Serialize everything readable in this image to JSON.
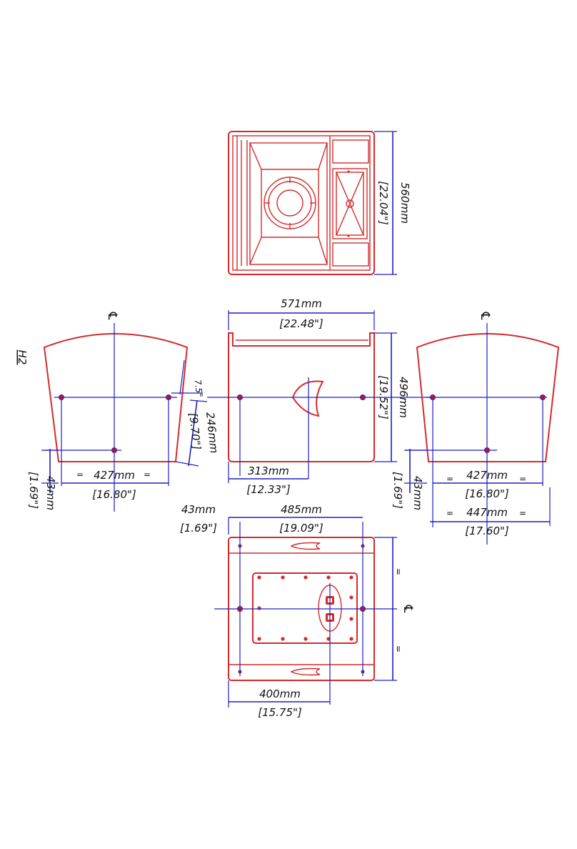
{
  "drawing": {
    "model_label": "H2",
    "centerline_symbol": "℄",
    "equal_mark": "=",
    "top_view": {
      "depth_mm": "560mm",
      "depth_in": "[22.04\"]"
    },
    "front_view": {
      "width_mm": "571mm",
      "width_in": "[22.48\"]",
      "height_mm": "496mm",
      "height_in": "[19.52\"]",
      "offset_mm": "313mm",
      "offset_in": "[12.33\"]"
    },
    "left_view": {
      "hole_spacing_mm": "427mm",
      "hole_spacing_in": "[16.80\"]",
      "edge_mm": "43mm",
      "edge_in": "[1.69\"]",
      "rig_height_mm": "246mm",
      "rig_height_in": "[9.70\"]",
      "angle": "7.5°"
    },
    "right_view": {
      "hole_spacing_mm": "427mm",
      "hole_spacing_in": "[16.80\"]",
      "edge_mm": "43mm",
      "edge_in": "[1.69\"]",
      "overall_mm": "447mm",
      "overall_in": "[17.60\"]"
    },
    "bottom_view": {
      "edge_mm": "43mm",
      "edge_in": "[1.69\"]",
      "hole_spacing_mm": "485mm",
      "hole_spacing_in": "[19.09\"]",
      "offset_mm": "400mm",
      "offset_in": "[15.75\"]"
    }
  }
}
